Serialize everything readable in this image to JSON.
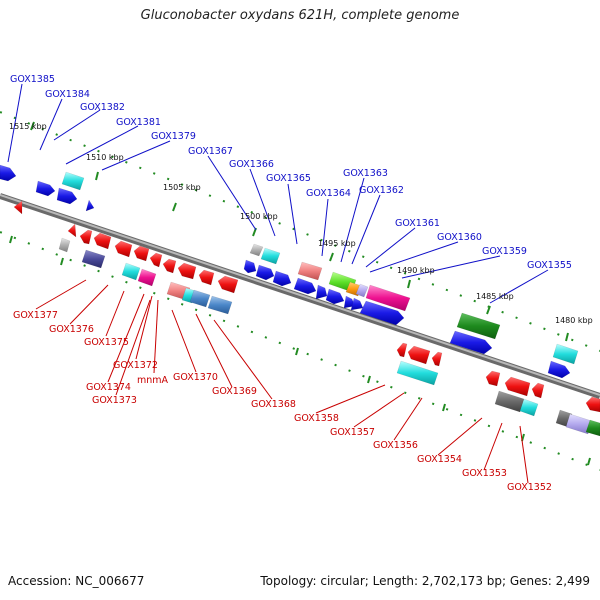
{
  "title": "Gluconobacter oxydans 621H, complete genome",
  "footer": {
    "accession": "Accession: NC_006677",
    "summary": "Topology: circular; Length: 2,702,173 bp; Genes: 2,499"
  },
  "scale_labels": [
    "1515 kbp",
    "1510 kbp",
    "1505 kbp",
    "1500 kbp",
    "1495 kbp",
    "1490 kbp",
    "1485 kbp",
    "1480 kbp"
  ],
  "top_genes": [
    "GOX1385",
    "GOX1384",
    "GOX1382",
    "GOX1381",
    "GOX1379",
    "GOX1367",
    "GOX1366",
    "GOX1365",
    "GOX1364",
    "GOX1363",
    "GOX1362",
    "GOX1361",
    "GOX1360",
    "GOX1359",
    "GOX1355"
  ],
  "bottom_genes": [
    "GOX1377",
    "GOX1376",
    "GOX1375",
    "GOX1372",
    "GOX1374",
    "mnmA",
    "GOX1373",
    "GOX1370",
    "GOX1369",
    "GOX1368",
    "GOX1358",
    "GOX1357",
    "GOX1356",
    "GOX1354",
    "GOX1353",
    "GOX1352"
  ],
  "colors": {
    "forward_label": "#1010c8",
    "reverse_label": "#c80000",
    "backbone": "#888888",
    "tick": "#228b22"
  }
}
